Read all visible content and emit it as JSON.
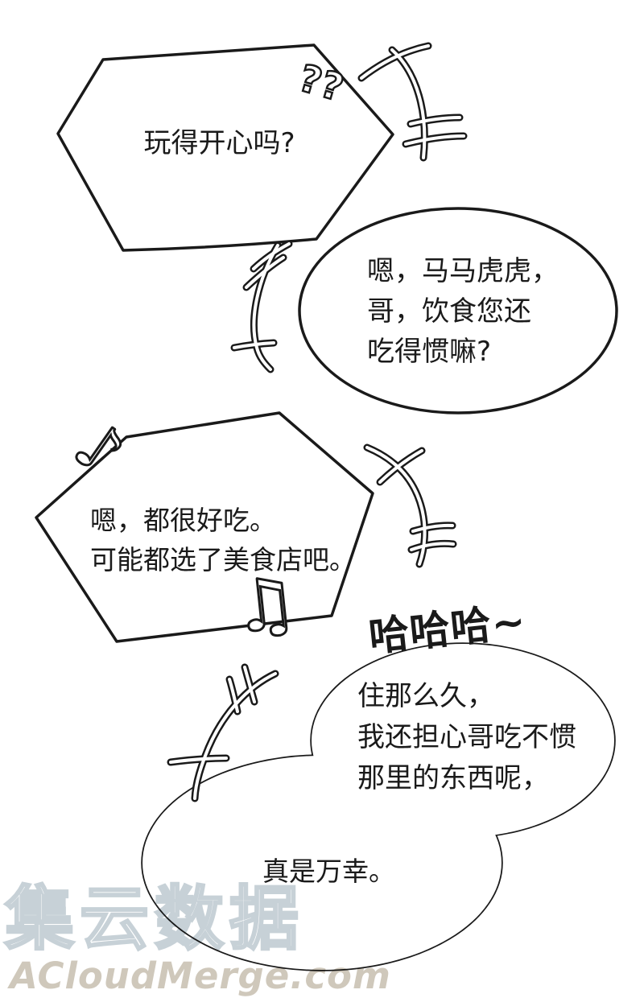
{
  "bubbles": {
    "b1": {
      "lines": [
        "玩得开心吗?"
      ]
    },
    "b2": {
      "lines": [
        "嗯，马马虎虎，",
        "哥，饮食您还",
        "吃得惯嘛?"
      ]
    },
    "b3": {
      "lines": [
        "嗯，都很好吃。",
        "可能都选了美食店吧。"
      ]
    },
    "b4": {
      "lines": [
        "住那么久，",
        "我还担心哥吃不惯",
        "那里的东西呢，"
      ],
      "closing_line": "真是万幸。"
    }
  },
  "sfx": {
    "laugh": "哈哈哈~",
    "question_marks": "??",
    "note_single": "♪",
    "note_double": "♫"
  },
  "watermark": {
    "logo": "集云数据",
    "site": "ACloudMerge.com"
  },
  "colors": {
    "ink": "#1a1a1a",
    "paper": "#ffffff",
    "watermark_outline": "#c7d1d7",
    "watermark_site": "#cfc8bb"
  }
}
